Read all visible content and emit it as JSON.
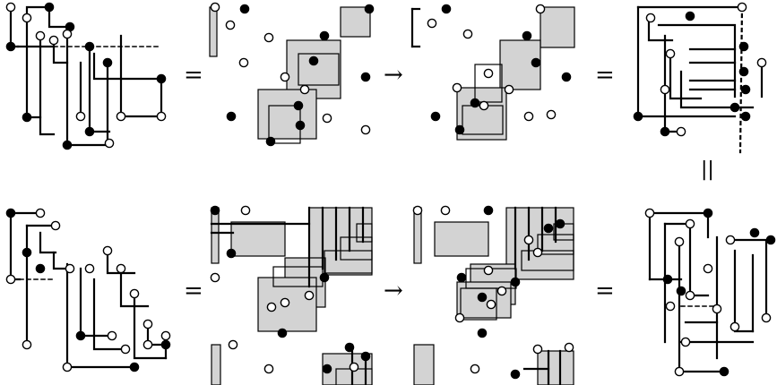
{
  "symbols": {
    "equals": "=",
    "arrow": "→",
    "parallel": "||"
  },
  "colors": {
    "ink": "#000000",
    "shade": "#d3d3d3",
    "open_dot_fill": "#ffffff"
  },
  "panels": [
    {
      "row": 1,
      "col": 1,
      "kind": "grid-diagram"
    },
    {
      "row": 1,
      "col": 2,
      "kind": "shaded-rectangle-diagram"
    },
    {
      "row": 1,
      "col": 3,
      "kind": "shaded-rectangle-diagram"
    },
    {
      "row": 1,
      "col": 4,
      "kind": "grid-diagram-with-dashed-cut"
    },
    {
      "row": 2,
      "col": 1,
      "kind": "grid-diagram"
    },
    {
      "row": 2,
      "col": 2,
      "kind": "shaded-rectangle-diagram"
    },
    {
      "row": 2,
      "col": 3,
      "kind": "shaded-rectangle-diagram"
    },
    {
      "row": 2,
      "col": 4,
      "kind": "grid-diagram"
    }
  ]
}
